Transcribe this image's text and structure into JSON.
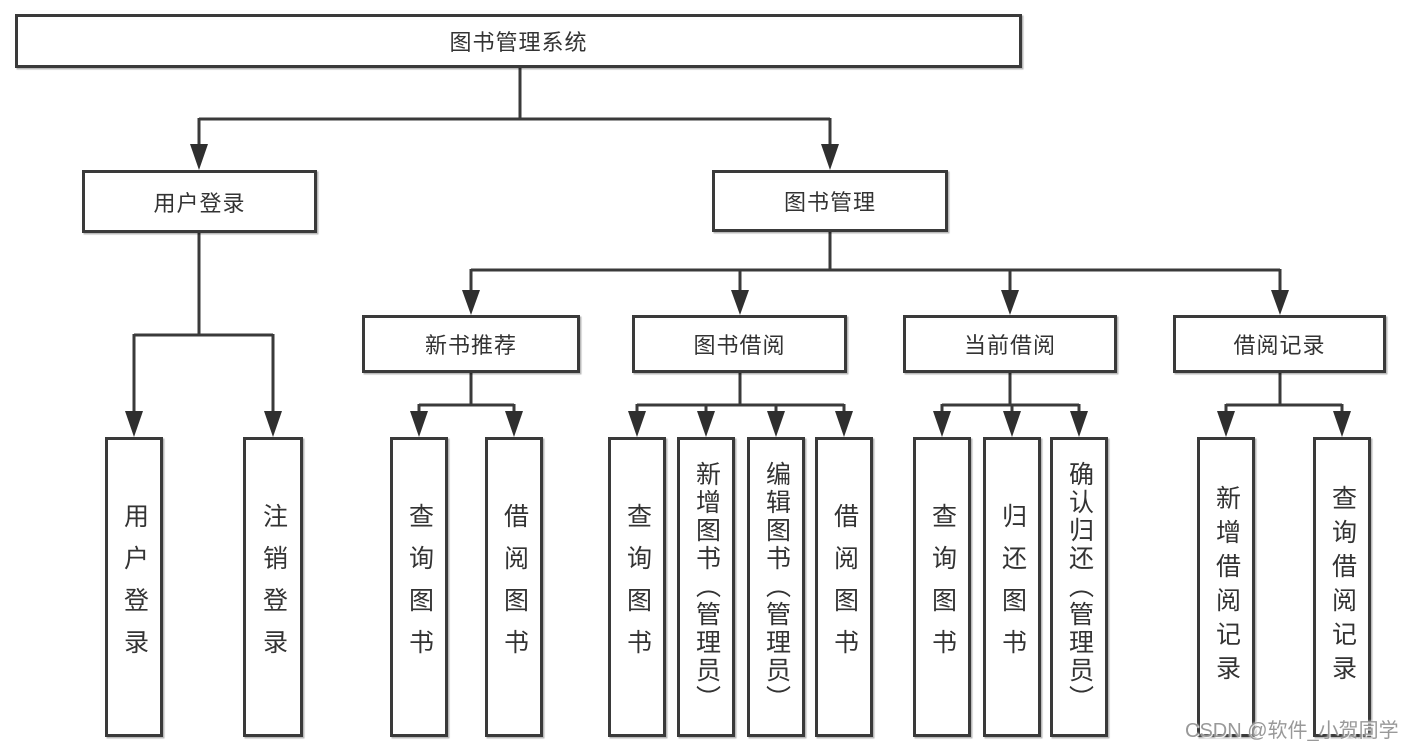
{
  "diagram": {
    "title_node": {
      "label": "图书管理系统"
    },
    "level2": [
      {
        "label": "用户登录",
        "parent": "图书管理系统"
      },
      {
        "label": "图书管理",
        "parent": "图书管理系统"
      }
    ],
    "level3": [
      {
        "label": "新书推荐",
        "parent": "图书管理"
      },
      {
        "label": "图书借阅",
        "parent": "图书管理"
      },
      {
        "label": "当前借阅",
        "parent": "图书管理"
      },
      {
        "label": "借阅记录",
        "parent": "图书管理"
      }
    ],
    "leaves": [
      {
        "label": "用户登录",
        "parent": "用户登录"
      },
      {
        "label": "注销登录",
        "parent": "用户登录"
      },
      {
        "label": "查询图书",
        "parent": "新书推荐"
      },
      {
        "label": "借阅图书",
        "parent": "新书推荐"
      },
      {
        "label": "查询图书",
        "parent": "图书借阅"
      },
      {
        "label": "新增图书（管理员）",
        "parent": "图书借阅"
      },
      {
        "label": "编辑图书（管理员）",
        "parent": "图书借阅"
      },
      {
        "label": "借阅图书",
        "parent": "图书借阅"
      },
      {
        "label": "查询图书",
        "parent": "当前借阅"
      },
      {
        "label": "归还图书",
        "parent": "当前借阅"
      },
      {
        "label": "确认归还（管理员）",
        "parent": "当前借阅"
      },
      {
        "label": "新增借阅记录",
        "parent": "借阅记录"
      },
      {
        "label": "查询借阅记录",
        "parent": "借阅记录"
      }
    ],
    "colors": {
      "line": "#3a3a3a",
      "border": "#3a3a3a",
      "text": "#333333",
      "background": "#ffffff"
    }
  },
  "watermark": {
    "text": "CSDN @软件_小贺同学"
  }
}
